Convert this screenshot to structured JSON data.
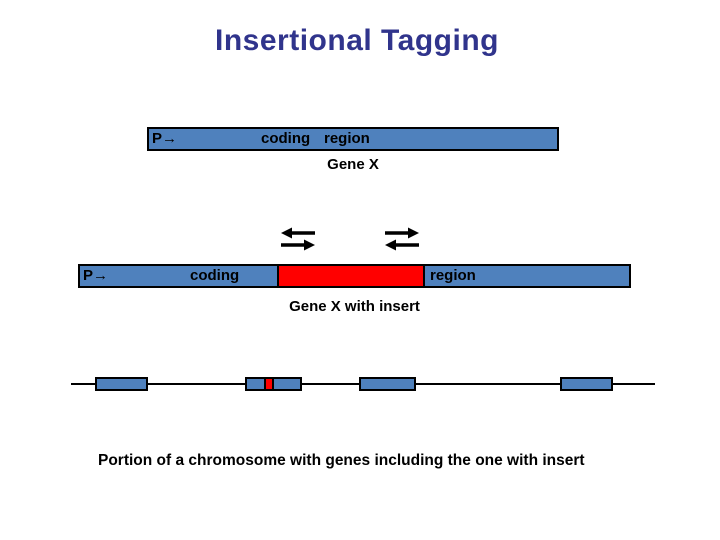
{
  "slide": {
    "title": "Insertional Tagging"
  },
  "colors": {
    "title_text": "#30348c",
    "gene_bar_blue": "#4f81bd",
    "insert_red": "#ff0000",
    "outline": "#000000"
  },
  "gene_x": {
    "promoter": "P→",
    "coding": "coding",
    "region": "region",
    "label": "Gene X"
  },
  "primers": {
    "left_pair_icons": [
      "arrow-left-icon",
      "arrow-right-icon"
    ],
    "right_pair_icons": [
      "arrow-right-icon",
      "arrow-left-icon"
    ]
  },
  "gene_x_with_insert": {
    "promoter": "P→",
    "coding": "coding",
    "region": "region",
    "label": "Gene X with insert"
  },
  "chromosome": {
    "gene_count": 4,
    "insert_gene_index": 2,
    "caption": "Portion of a chromosome with genes including the one with insert"
  }
}
